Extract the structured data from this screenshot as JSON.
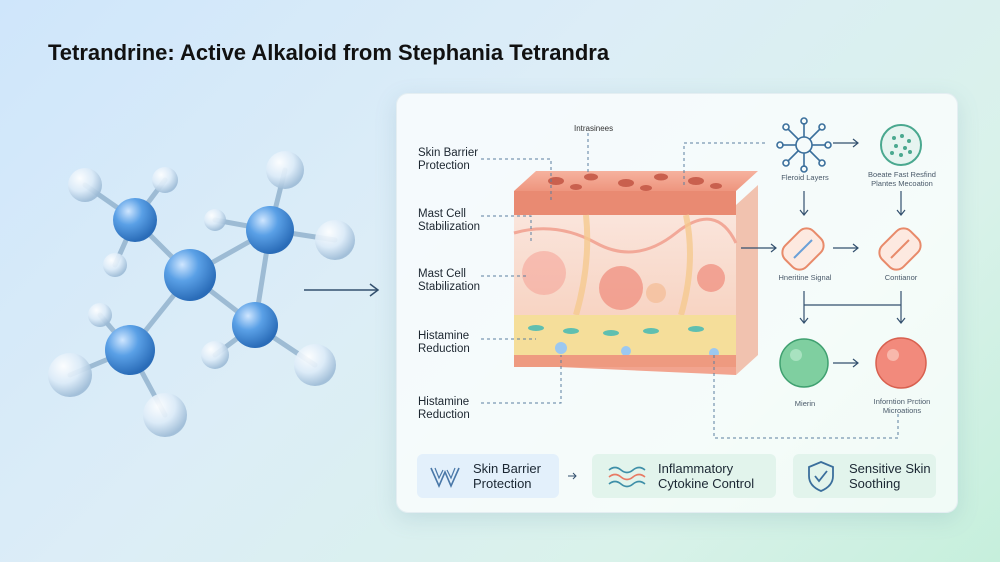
{
  "title": "Tetrandrine: Active Alkaloid from Stephania Tetrandra",
  "labels": {
    "top": "Intrasinees",
    "left": [
      [
        "Skin Barrier",
        "Protection"
      ],
      [
        "Mast Cell",
        "Stabilization"
      ],
      [
        "Mast Cell",
        "Stabilization"
      ],
      [
        "Histamine",
        "Reduction"
      ],
      [
        "Histamine",
        "Reduction"
      ]
    ],
    "right": {
      "r1": [
        "Fleroid Layers"
      ],
      "r2": [
        "Boeate Fast Resfind",
        "Plantes Mecoation"
      ],
      "r3": [
        "Hneritine Signal"
      ],
      "r4": [
        "Contianor"
      ],
      "r5": [
        "Mierin"
      ],
      "r6": [
        "Inforntion Prction",
        "Microations"
      ]
    }
  },
  "cards": [
    {
      "line1": "Skin Barrier",
      "line2": "Protection",
      "icon": "barrier-icon"
    },
    {
      "line1": "Inflammatory",
      "line2": "Cytokine Control",
      "icon": "wave-icon"
    },
    {
      "line1": "Sensitive Skin",
      "line2": "Soothing",
      "icon": "shield-check-icon"
    }
  ],
  "colors": {
    "molecule_blue": "#4a90d9",
    "skin_top": "#f2a48f",
    "skin_mid": "#f7c7b4",
    "fat_layer": "#f5dc93",
    "card_blue": "#e3f0fb",
    "card_green": "#e2f4ec",
    "dashed": "#5b7fa0"
  }
}
